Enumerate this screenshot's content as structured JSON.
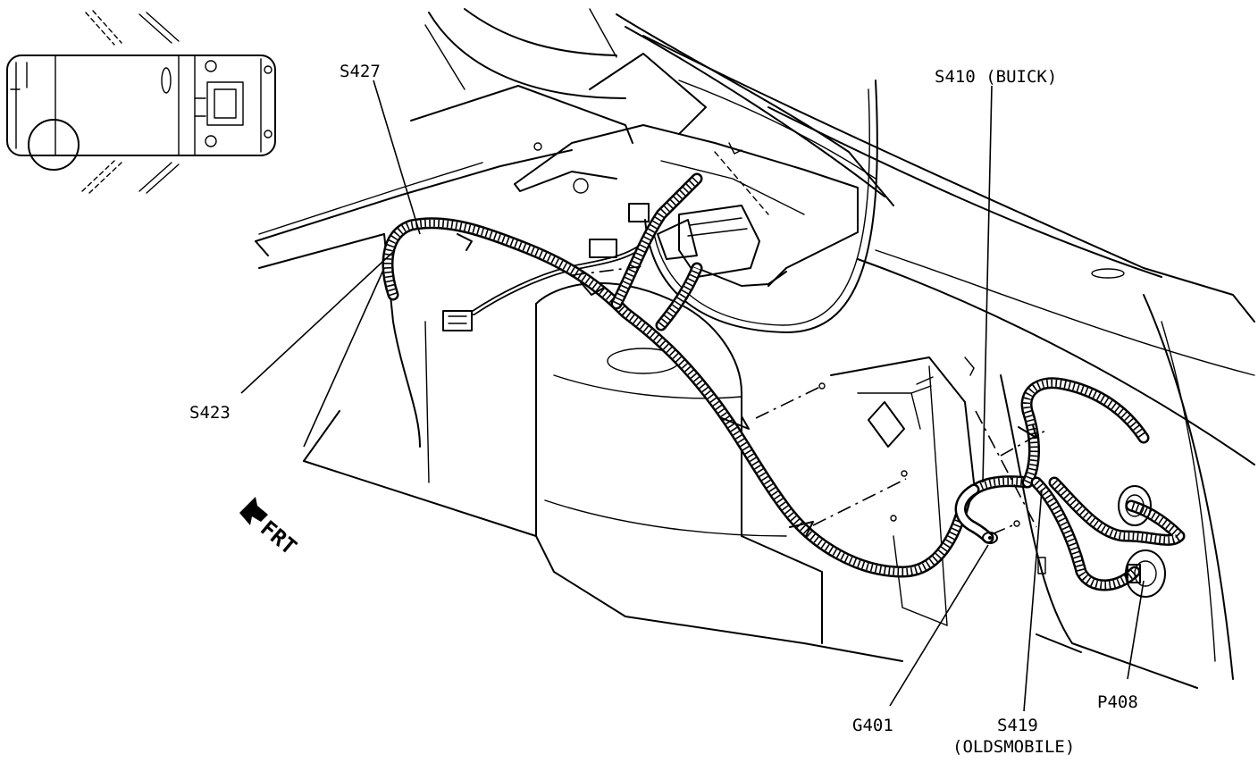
{
  "labels": {
    "s427": "S427",
    "s423": "S423",
    "s410": "S410 (BUICK)",
    "g401": "G401",
    "s419": "S419",
    "s419_sub": "(OLDSMOBILE)",
    "p408": "P408",
    "frt": "FRT"
  }
}
